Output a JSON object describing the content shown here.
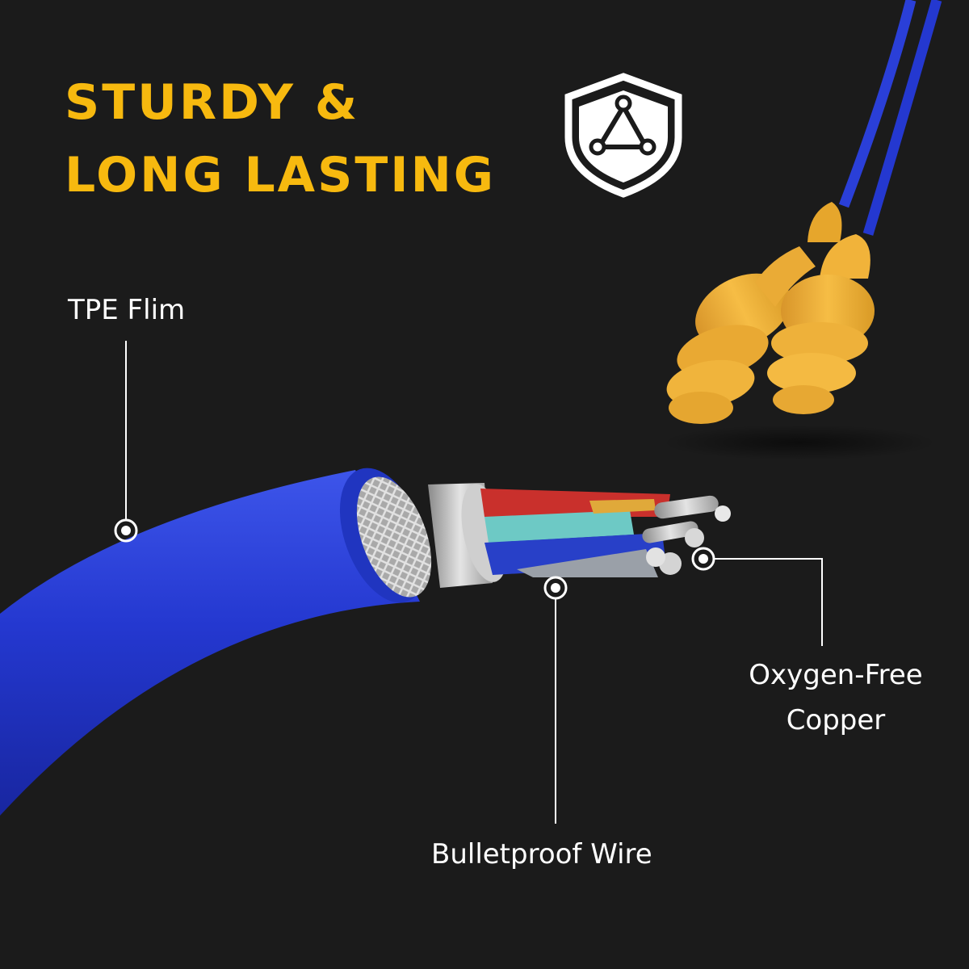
{
  "headline": {
    "line1": "STURDY &",
    "line2": "LONG LASTING"
  },
  "icon": "shield-network-icon",
  "labels": {
    "tpe_film": "TPE Flim",
    "oxygen_free_line1": "Oxygen-Free",
    "oxygen_free_line2": "Copper",
    "bulletproof_wire": "Bulletproof Wire"
  },
  "colors": {
    "background": "#1b1b1b",
    "headline": "#f7b90f",
    "cable_blue": "#2438d0",
    "earplug_yellow": "#f2b233",
    "text": "#ffffff"
  }
}
